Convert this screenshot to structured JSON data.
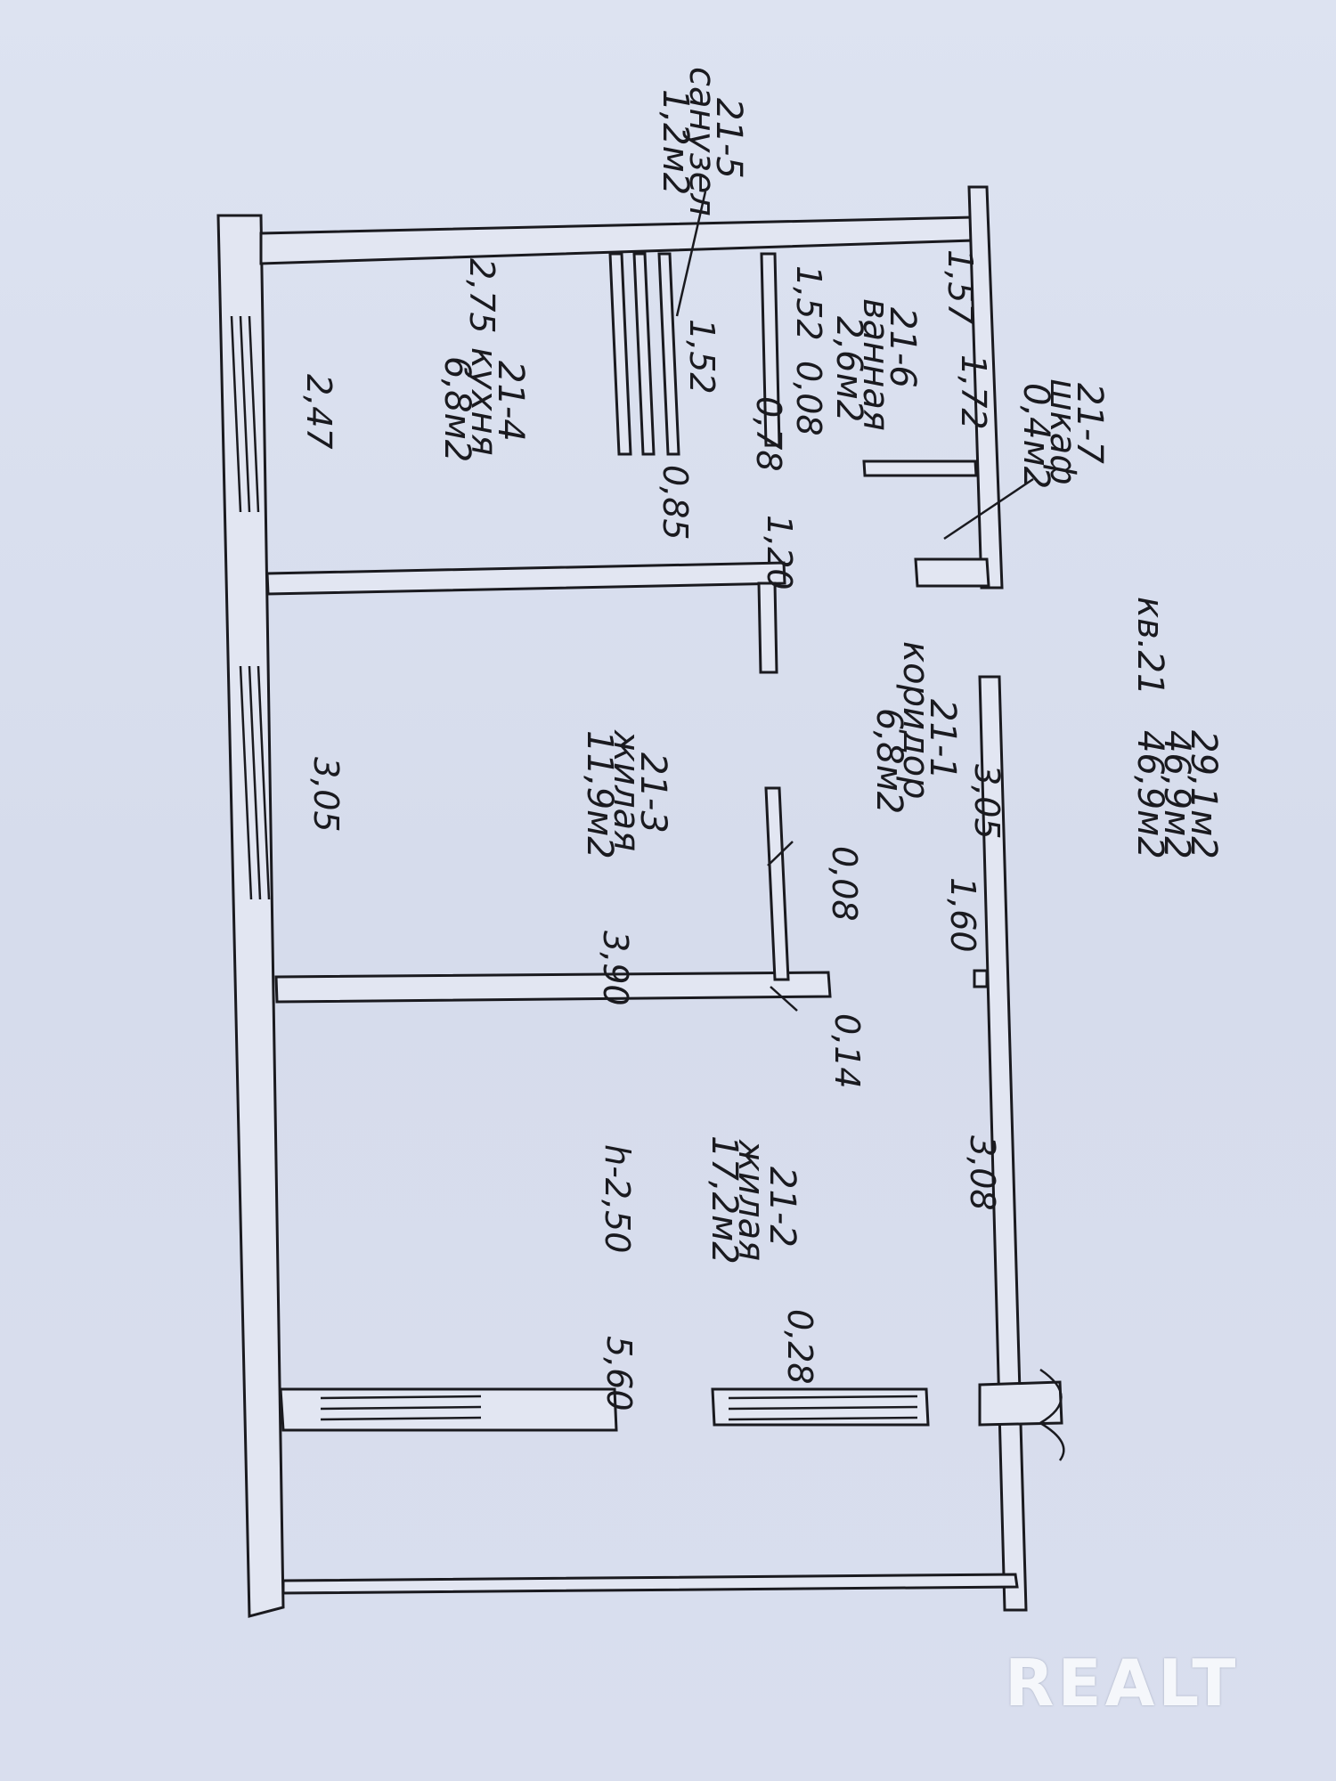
{
  "rooms": {
    "r21_5": {
      "id": "21-5",
      "name": "санузел",
      "area": "1,2м2"
    },
    "r21_6": {
      "id": "21-6",
      "name": "ванная",
      "area": "2,6м2"
    },
    "r21_7": {
      "id": "21-7",
      "name": "шкаф",
      "area": "0,4м2"
    },
    "r21_4": {
      "id": "21-4",
      "name": "кухня",
      "area": "6,8м2"
    },
    "r21_1": {
      "id": "21-1",
      "name": "коридор",
      "area": "6,8м2"
    },
    "r21_3": {
      "id": "21-3",
      "name": "жилая",
      "area": "11,9м2"
    },
    "r21_2": {
      "id": "21-2",
      "name": "жилая",
      "area": "17,2м2"
    }
  },
  "apartment": {
    "number": "кв.21",
    "area_living": "29,1м2",
    "area_total": "46,9м2",
    "area_total_2": "46,9м2"
  },
  "dimensions": {
    "d_157": "1,57",
    "d_275": "2,75",
    "d_152a": "1,52",
    "d_152b": "1,52",
    "d_008a": "0,08",
    "d_172": "1,72",
    "d_078": "0,78",
    "d_247": "2,47",
    "d_085": "0,85",
    "d_120": "1,20",
    "d_305a": "3,05",
    "d_305b": "3,05",
    "d_008b": "0,08",
    "d_160": "1,60",
    "d_390": "3,90",
    "d_014": "0,14",
    "d_308": "3,08",
    "d_h250": "h-2,50",
    "d_028": "0,28",
    "d_560": "5,60"
  },
  "watermark": "REALT"
}
